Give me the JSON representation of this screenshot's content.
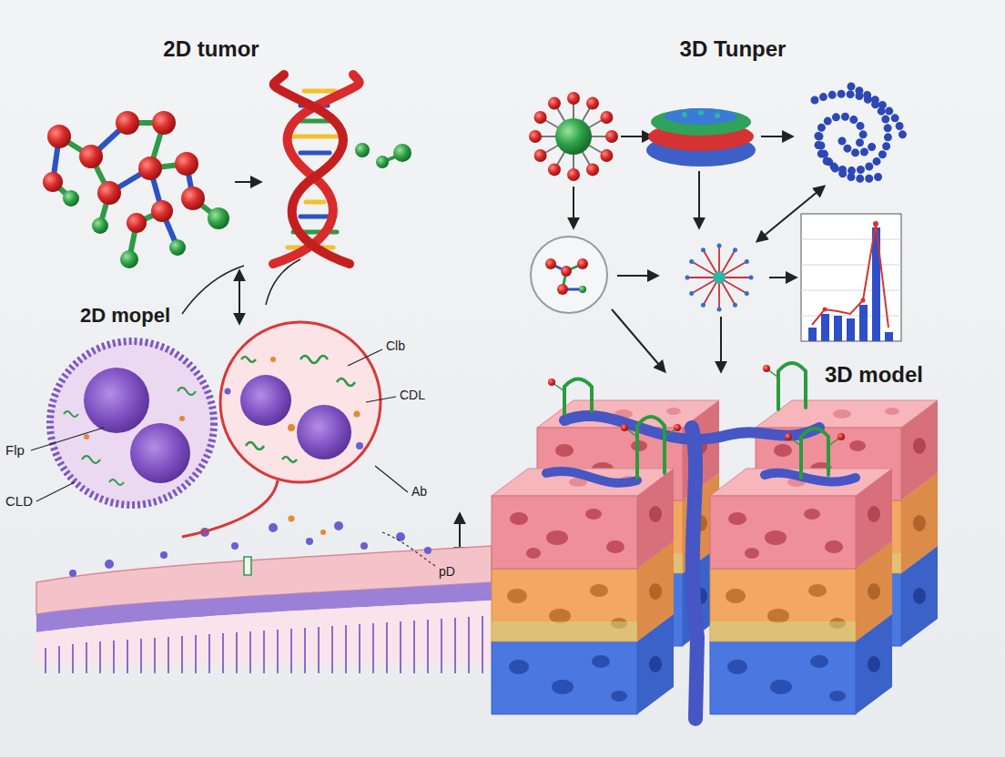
{
  "diagram": {
    "labels": [
      "2D tumor",
      "3D Tunper",
      "2D mopel",
      "Clb",
      "CDL",
      "3D model",
      "Flp",
      "CLD",
      "Ab",
      "pD"
    ]
  }
}
